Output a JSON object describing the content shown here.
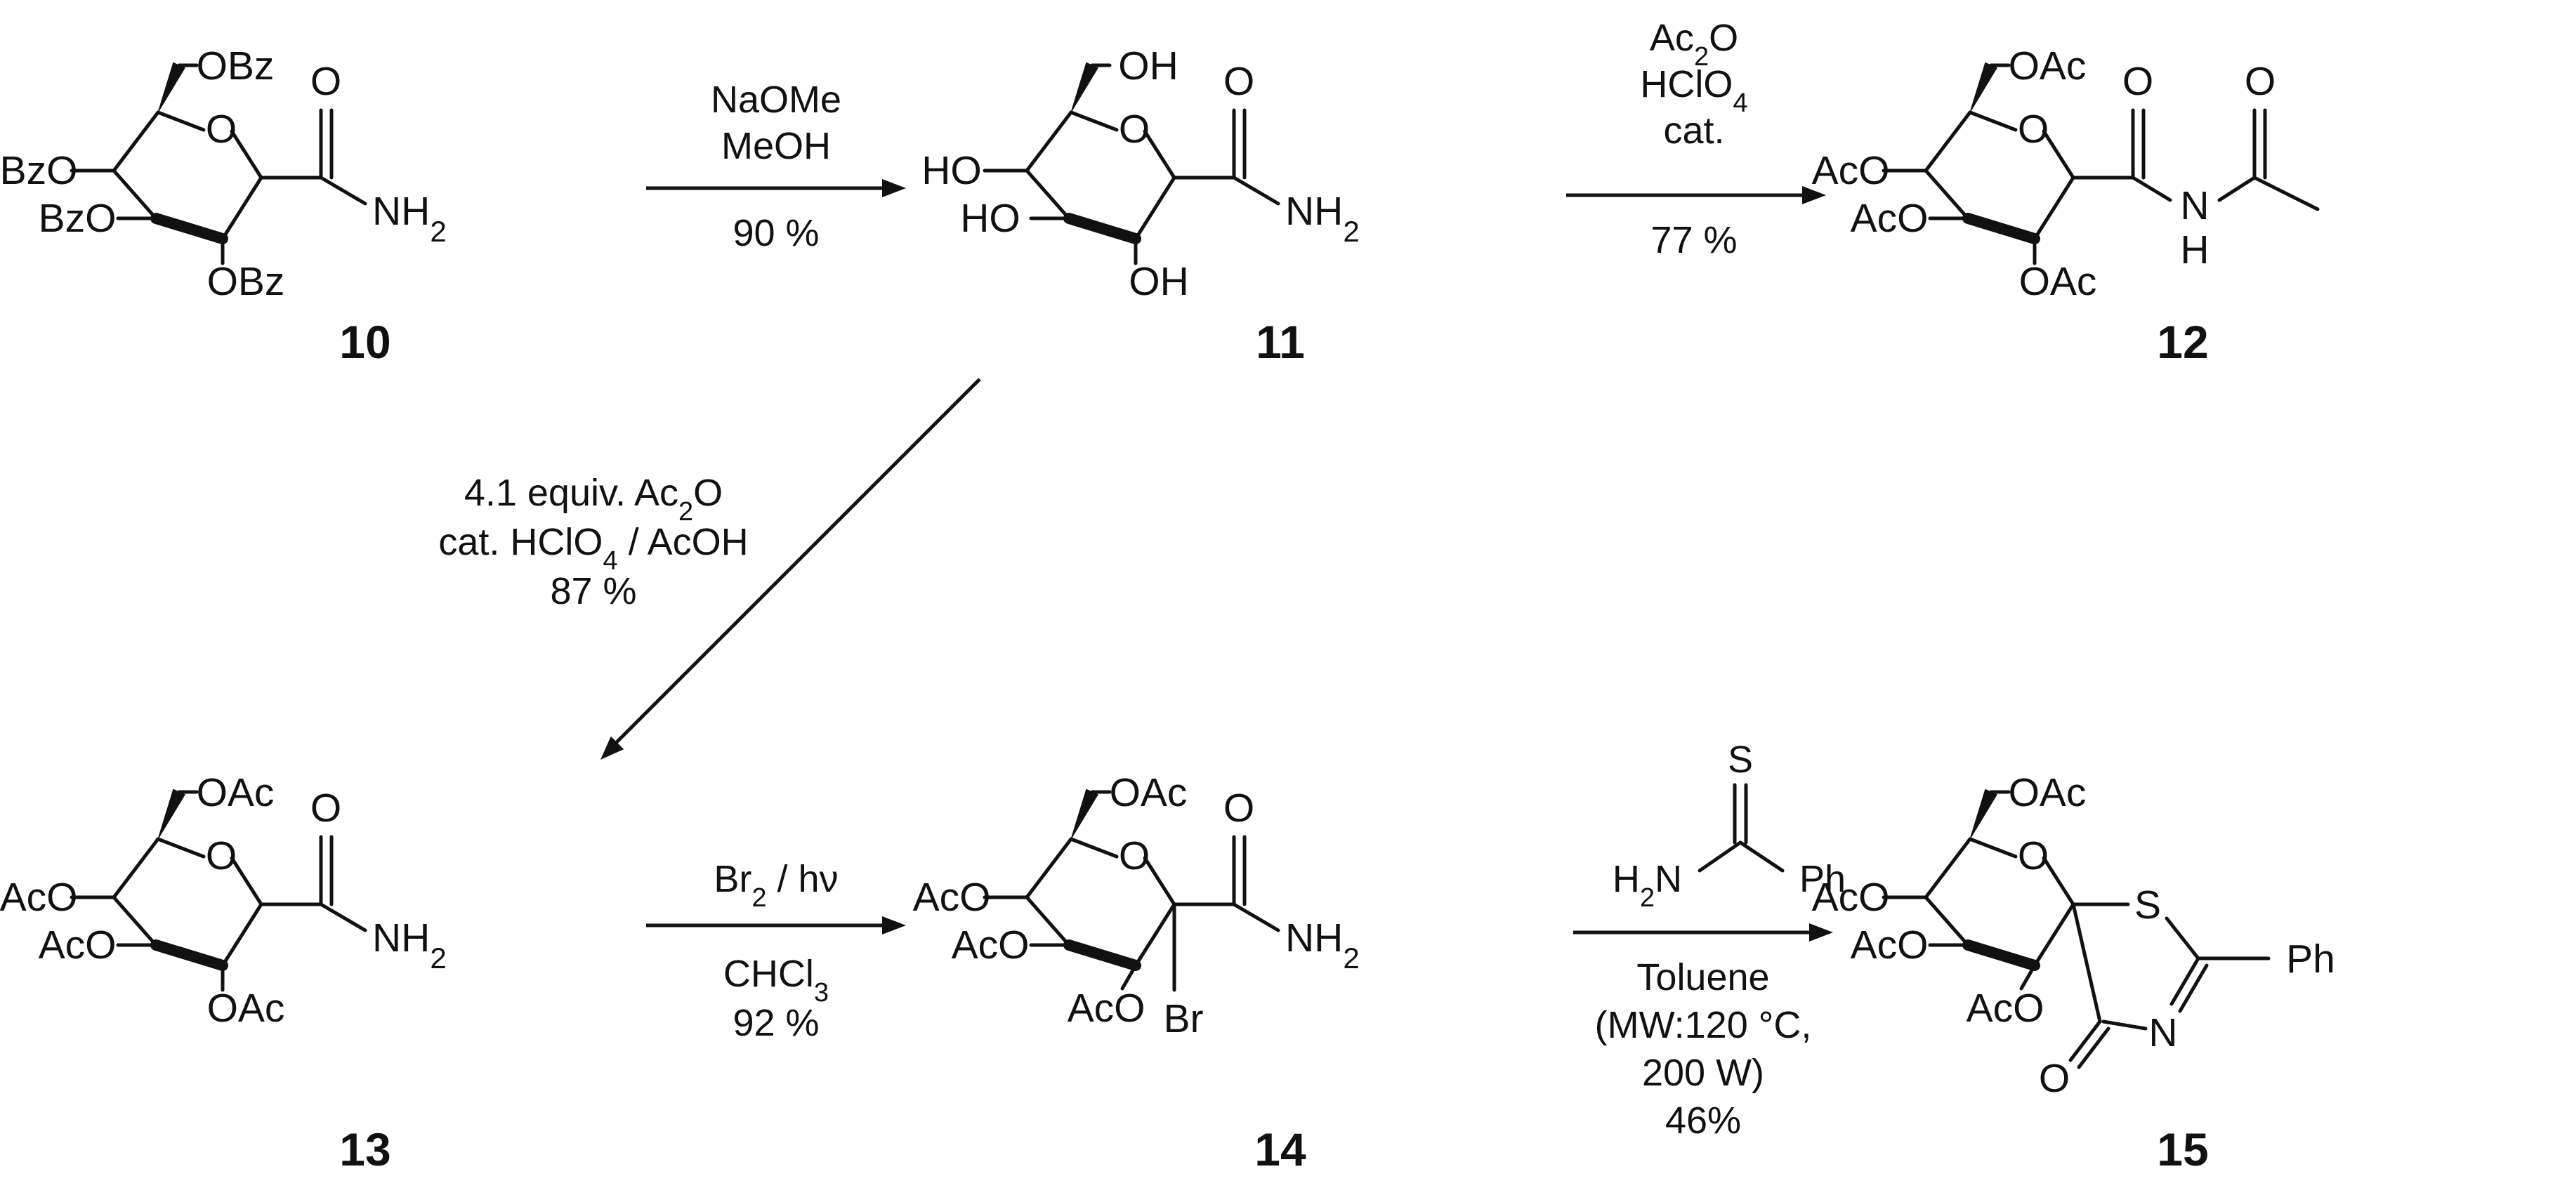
{
  "compounds": [
    {
      "id": "c10",
      "number": "10",
      "substituents": {
        "s6": "OBz",
        "s4": "BzO",
        "s3": "BzO",
        "s2": "OBz",
        "ring_o": "O",
        "carbonyl": "O"
      },
      "amide": {
        "type": "NH2",
        "text": "NH",
        "sub": "2"
      }
    },
    {
      "id": "c11",
      "number": "11",
      "substituents": {
        "s6": "OH",
        "s4": "HO",
        "s3": "HO",
        "s2": "OH",
        "ring_o": "O",
        "carbonyl": "O"
      },
      "amide": {
        "type": "NH2",
        "text": "NH",
        "sub": "2"
      }
    },
    {
      "id": "c12",
      "number": "12",
      "substituents": {
        "s6": "OAc",
        "s4": "AcO",
        "s3": "AcO",
        "s2": "OAc",
        "ring_o": "O",
        "carbonyl": "O"
      },
      "amide": {
        "type": "NHAc",
        "n": "N",
        "h": "H",
        "carbonyl": "O"
      }
    },
    {
      "id": "c13",
      "number": "13",
      "substituents": {
        "s6": "OAc",
        "s4": "AcO",
        "s3": "AcO",
        "s2": "OAc",
        "ring_o": "O",
        "carbonyl": "O"
      },
      "amide": {
        "type": "NH2",
        "text": "NH",
        "sub": "2"
      }
    },
    {
      "id": "c14",
      "number": "14",
      "substituents": {
        "s6": "OAc",
        "s4": "AcO",
        "s3": "AcO",
        "s2": "AcO",
        "ring_o": "O",
        "carbonyl": "O",
        "br": "Br"
      },
      "amide": {
        "type": "NH2",
        "text": "NH",
        "sub": "2"
      }
    },
    {
      "id": "c15",
      "number": "15",
      "substituents": {
        "s6": "OAc",
        "s4": "AcO",
        "s3": "AcO",
        "s2": "AcO",
        "ring_o": "O"
      },
      "thiazolone": {
        "s": "S",
        "n": "N",
        "o": "O",
        "ph": "Ph"
      }
    }
  ],
  "reactions": [
    {
      "id": "r1",
      "lines": [
        {
          "t": "NaOMe"
        },
        {
          "t": "MeOH"
        }
      ],
      "below": [
        {
          "t": "90 %"
        }
      ]
    },
    {
      "id": "r2",
      "lines": [
        {
          "t": "Ac",
          "sub": "2",
          "t2": "O"
        },
        {
          "t": "HClO",
          "sub": "4"
        },
        {
          "t": "cat."
        }
      ],
      "below": [
        {
          "t": "77 %"
        }
      ]
    },
    {
      "id": "r3",
      "lines": [
        {
          "t": "4.1 equiv. Ac",
          "sub": "2",
          "t2": "O"
        },
        {
          "t": "cat. HClO",
          "sub": "4",
          "t2": " / AcOH"
        },
        {
          "t": "87 %"
        }
      ]
    },
    {
      "id": "r4",
      "lines": [
        {
          "t": "Br",
          "sub": "2",
          "t2": " / hν"
        }
      ],
      "below": [
        {
          "t": "CHCl",
          "sub": "3"
        },
        {
          "t": "92 %"
        }
      ]
    },
    {
      "id": "r5",
      "reagent": {
        "s": "S",
        "h2n": "H",
        "sub": "2",
        "n": "N",
        "ph": "Ph"
      },
      "below": [
        {
          "t": "Toluene"
        },
        {
          "t": "(MW:120 °C,"
        },
        {
          "t": "200 W)"
        },
        {
          "t": "46%"
        }
      ]
    }
  ]
}
